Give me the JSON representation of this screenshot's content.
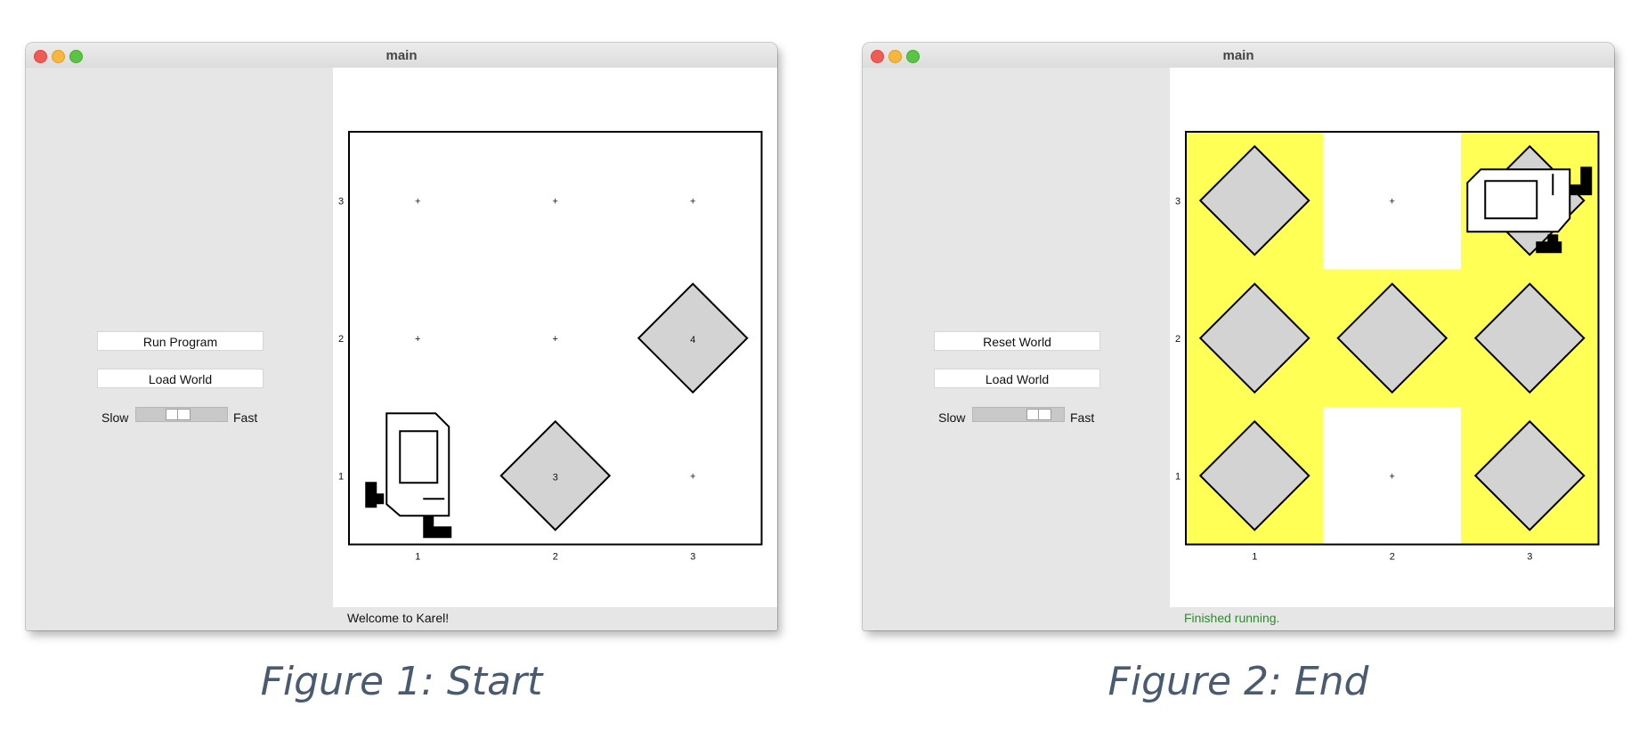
{
  "figure1": {
    "window_title": "main",
    "buttons": [
      "Run Program",
      "Load World"
    ],
    "speed_slider": {
      "slow_label": "Slow",
      "fast_label": "Fast",
      "value": 0.45
    },
    "status": "Welcome to Karel!",
    "caption": "Figure 1: Start",
    "world": {
      "rows": 3,
      "cols": 3,
      "x_labels": [
        "1",
        "2",
        "3"
      ],
      "y_labels": [
        "1",
        "2",
        "3"
      ],
      "beepers": [
        {
          "col": 2,
          "row": 1,
          "label": "3"
        },
        {
          "col": 3,
          "row": 2,
          "label": "4"
        }
      ],
      "karel": {
        "col": 1,
        "row": 1,
        "facing": "east"
      }
    }
  },
  "figure2": {
    "window_title": "main",
    "buttons": [
      "Reset World",
      "Load World"
    ],
    "speed_slider": {
      "slow_label": "Slow",
      "fast_label": "Fast",
      "value": 0.82
    },
    "status": "Finished running.",
    "status_color": "#2e8b2e",
    "caption": "Figure 2: End",
    "world": {
      "rows": 3,
      "cols": 3,
      "x_labels": [
        "1",
        "2",
        "3"
      ],
      "y_labels": [
        "1",
        "2",
        "3"
      ],
      "painted_corners": [
        {
          "col": 1,
          "row": 1
        },
        {
          "col": 3,
          "row": 1
        },
        {
          "col": 1,
          "row": 2
        },
        {
          "col": 2,
          "row": 2
        },
        {
          "col": 3,
          "row": 2
        },
        {
          "col": 1,
          "row": 3
        },
        {
          "col": 3,
          "row": 3
        }
      ],
      "paint_color": "#ffff55",
      "beepers": [
        {
          "col": 1,
          "row": 1
        },
        {
          "col": 3,
          "row": 1
        },
        {
          "col": 1,
          "row": 2
        },
        {
          "col": 2,
          "row": 2
        },
        {
          "col": 3,
          "row": 2
        },
        {
          "col": 1,
          "row": 3
        },
        {
          "col": 3,
          "row": 3
        }
      ],
      "karel": {
        "col": 3,
        "row": 3,
        "facing": "north"
      }
    }
  },
  "colors": {
    "beeper_fill": "#d3d3d3",
    "panel_bg": "#e6e6e6",
    "caption_color": "#4a5a70"
  },
  "icons": [
    "close-dot-icon",
    "minimize-dot-icon",
    "maximize-dot-icon",
    "karel-robot-icon",
    "beeper-icon"
  ]
}
